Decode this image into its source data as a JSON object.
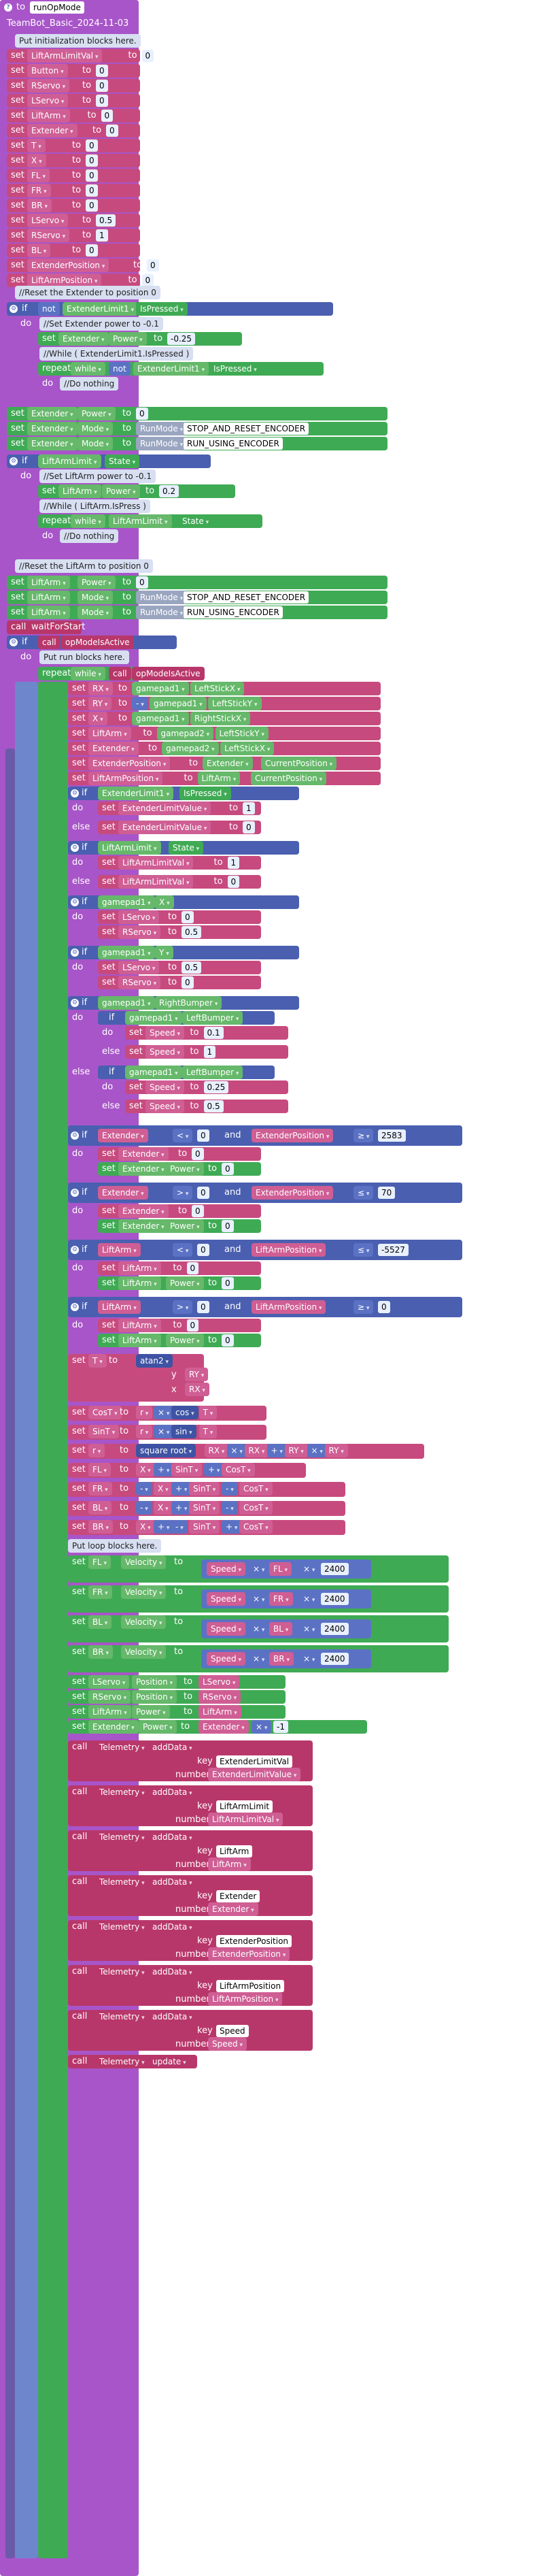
{
  "proc": {
    "to": "to",
    "name": "runOpMode",
    "class_name": "TeamBot_Basic_2024-11-03"
  },
  "init_comment": "Put initialization blocks here.",
  "init_vars": [
    {
      "name": "LiftArmLimitVal",
      "value": "0"
    },
    {
      "name": "Button",
      "value": "0"
    },
    {
      "name": "RServo",
      "value": "0"
    },
    {
      "name": "LServo",
      "value": "0"
    },
    {
      "name": "LiftArm",
      "value": "0"
    },
    {
      "name": "Extender",
      "value": "0"
    },
    {
      "name": "T",
      "value": "0"
    },
    {
      "name": "X",
      "value": "0"
    },
    {
      "name": "FL",
      "value": "0"
    },
    {
      "name": "FR",
      "value": "0"
    },
    {
      "name": "BR",
      "value": "0"
    },
    {
      "name": "LServo",
      "value": "0.5"
    },
    {
      "name": "RServo",
      "value": "1"
    },
    {
      "name": "BL",
      "value": "0"
    },
    {
      "name": "ExtenderPosition",
      "value": "0"
    },
    {
      "name": "LiftArmPosition",
      "value": "0"
    }
  ],
  "kw": {
    "set": "set",
    "to": "to",
    "if": "if",
    "do": "do",
    "else": "else",
    "not": "not",
    "repeat": "repeat",
    "while": "while",
    "and": "and",
    "call": "call",
    "power": "Power",
    "mode": "Mode",
    "velocity": "Velocity",
    "position": "Position",
    "runmode": "RunMode",
    "ispressed": "IsPressed",
    "state": "State",
    "donothing": "//Do nothing",
    "key": "key",
    "number": "number",
    "addData": "addData",
    "telemetry": "Telemetry",
    "update": "update",
    "waitForStart": "waitForStart",
    "opModeIsActive": "opModeIsActive",
    "gamepad1": "gamepad1",
    "x": "x",
    "y": "y",
    "atan2": "atan2",
    "sqrt": "square root",
    "sin": "sin",
    "cos": "cos"
  },
  "reset_ext": {
    "comment": "//Reset the Extender to position 0",
    "limit": "ExtenderLimit1",
    "inner_comment": "//Set Extender power to -0.1",
    "motor": "Extender",
    "power": "-0.25",
    "while_comment": "//While ( ExtenderLimit1.IsPressed )",
    "power_zero": "0",
    "mode1": "STOP_AND_RESET_ENCODER",
    "mode2": "RUN_USING_ENCODER"
  },
  "reset_lift": {
    "limit": "LiftArmLimit",
    "inner_comment": "//Set LiftArm power to -0.1",
    "motor": "LiftArm",
    "power": "0.2",
    "while_comment": "//While ( LiftArm.IsPress )",
    "comment": "//Reset the LiftArm to position 0",
    "power_zero": "0",
    "mode1": "STOP_AND_RESET_ENCODER",
    "mode2": "RUN_USING_ENCODER"
  },
  "run_comment": "Put run blocks here.",
  "loop_sets": [
    {
      "var": "RX",
      "src": "gamepad1",
      "prop": "LeftStickX",
      "neg": false
    },
    {
      "var": "RY",
      "src": "gamepad1",
      "prop": "LeftStickY",
      "neg": true
    },
    {
      "var": "X",
      "src": "gamepad1",
      "prop": "RightStickX",
      "neg": false
    },
    {
      "var": "LiftArm",
      "src": "gamepad2",
      "prop": "LeftStickY",
      "neg": false
    },
    {
      "var": "Extender",
      "src": "gamepad2",
      "prop": "LeftStickX",
      "neg": false
    },
    {
      "var": "ExtenderPosition",
      "src": "Extender",
      "prop": "CurrentPosition",
      "neg": false
    },
    {
      "var": "LiftArmPosition",
      "src": "LiftArm",
      "prop": "CurrentPosition",
      "neg": false
    }
  ],
  "ifs": {
    "ext_limit": {
      "dev": "ExtenderLimit1",
      "prop": "IsPressed",
      "var": "ExtenderLimitValue",
      "v1": "1",
      "v0": "0"
    },
    "lift_limit": {
      "dev": "LiftArmLimit",
      "prop": "State",
      "var": "LiftArmLimitVal",
      "v1": "1",
      "v0": "0"
    },
    "gp_x": {
      "btn": "X",
      "l": "0",
      "r": "0.5"
    },
    "gp_y": {
      "btn": "Y",
      "l": "0.5",
      "r": "0"
    },
    "rb": {
      "btn": "RightBumper",
      "lb": "LeftBumper",
      "s1": "0.1",
      "s2": "1"
    },
    "lb": {
      "btn": "LeftBumper",
      "s1": "0.25",
      "s2": "0.5"
    },
    "ext1": {
      "op1": "<",
      "v1": "0",
      "op2": "≥",
      "v2": "2583"
    },
    "ext2": {
      "op1": ">",
      "v1": "0",
      "op2": "≤",
      "v2": "70"
    },
    "lift1": {
      "op1": "<",
      "v1": "0",
      "op2": "≤",
      "v2": "-5527"
    },
    "lift2": {
      "op1": ">",
      "v1": "0",
      "op2": "≥",
      "v2": "0"
    }
  },
  "math": {
    "T": "T",
    "CosT": "CosT",
    "SinT": "SinT",
    "r": "r",
    "RY": "RY",
    "RX": "RX",
    "FL": "FL",
    "FR": "FR",
    "BL": "BL",
    "BR": "BR",
    "Speed": "Speed",
    "X": "X",
    "neg": "-",
    "mul": "×",
    "plus": "+",
    "minus": "-"
  },
  "loop_comment": "Put loop blocks here.",
  "velocities": [
    {
      "motor": "FL",
      "var": "FL",
      "value": "2400"
    },
    {
      "motor": "FR",
      "var": "FR",
      "value": "2400"
    },
    {
      "motor": "BL",
      "var": "BL",
      "value": "2400"
    },
    {
      "motor": "BR",
      "var": "BR",
      "value": "2400"
    }
  ],
  "servo_sets": [
    {
      "dev": "LServo",
      "prop": "Position",
      "var": "LServo"
    },
    {
      "dev": "RServo",
      "prop": "Position",
      "var": "RServo"
    },
    {
      "dev": "LiftArm",
      "prop": "Power",
      "var": "LiftArm"
    }
  ],
  "ext_power": {
    "dev": "Extender",
    "prop": "Power",
    "var": "Extender",
    "mult": "-1"
  },
  "telemetry": [
    {
      "key": "ExtenderLimitVal",
      "num": "ExtenderLimitValue"
    },
    {
      "key": "LiftArmLimit",
      "num": "LiftArmLimitVal"
    },
    {
      "key": "LiftArm",
      "num": "LiftArm"
    },
    {
      "key": "Extender",
      "num": "Extender"
    },
    {
      "key": "ExtenderPosition",
      "num": "ExtenderPosition"
    },
    {
      "key": "LiftArmPosition",
      "num": "LiftArmPosition"
    },
    {
      "key": "Speed",
      "num": "Speed"
    }
  ]
}
